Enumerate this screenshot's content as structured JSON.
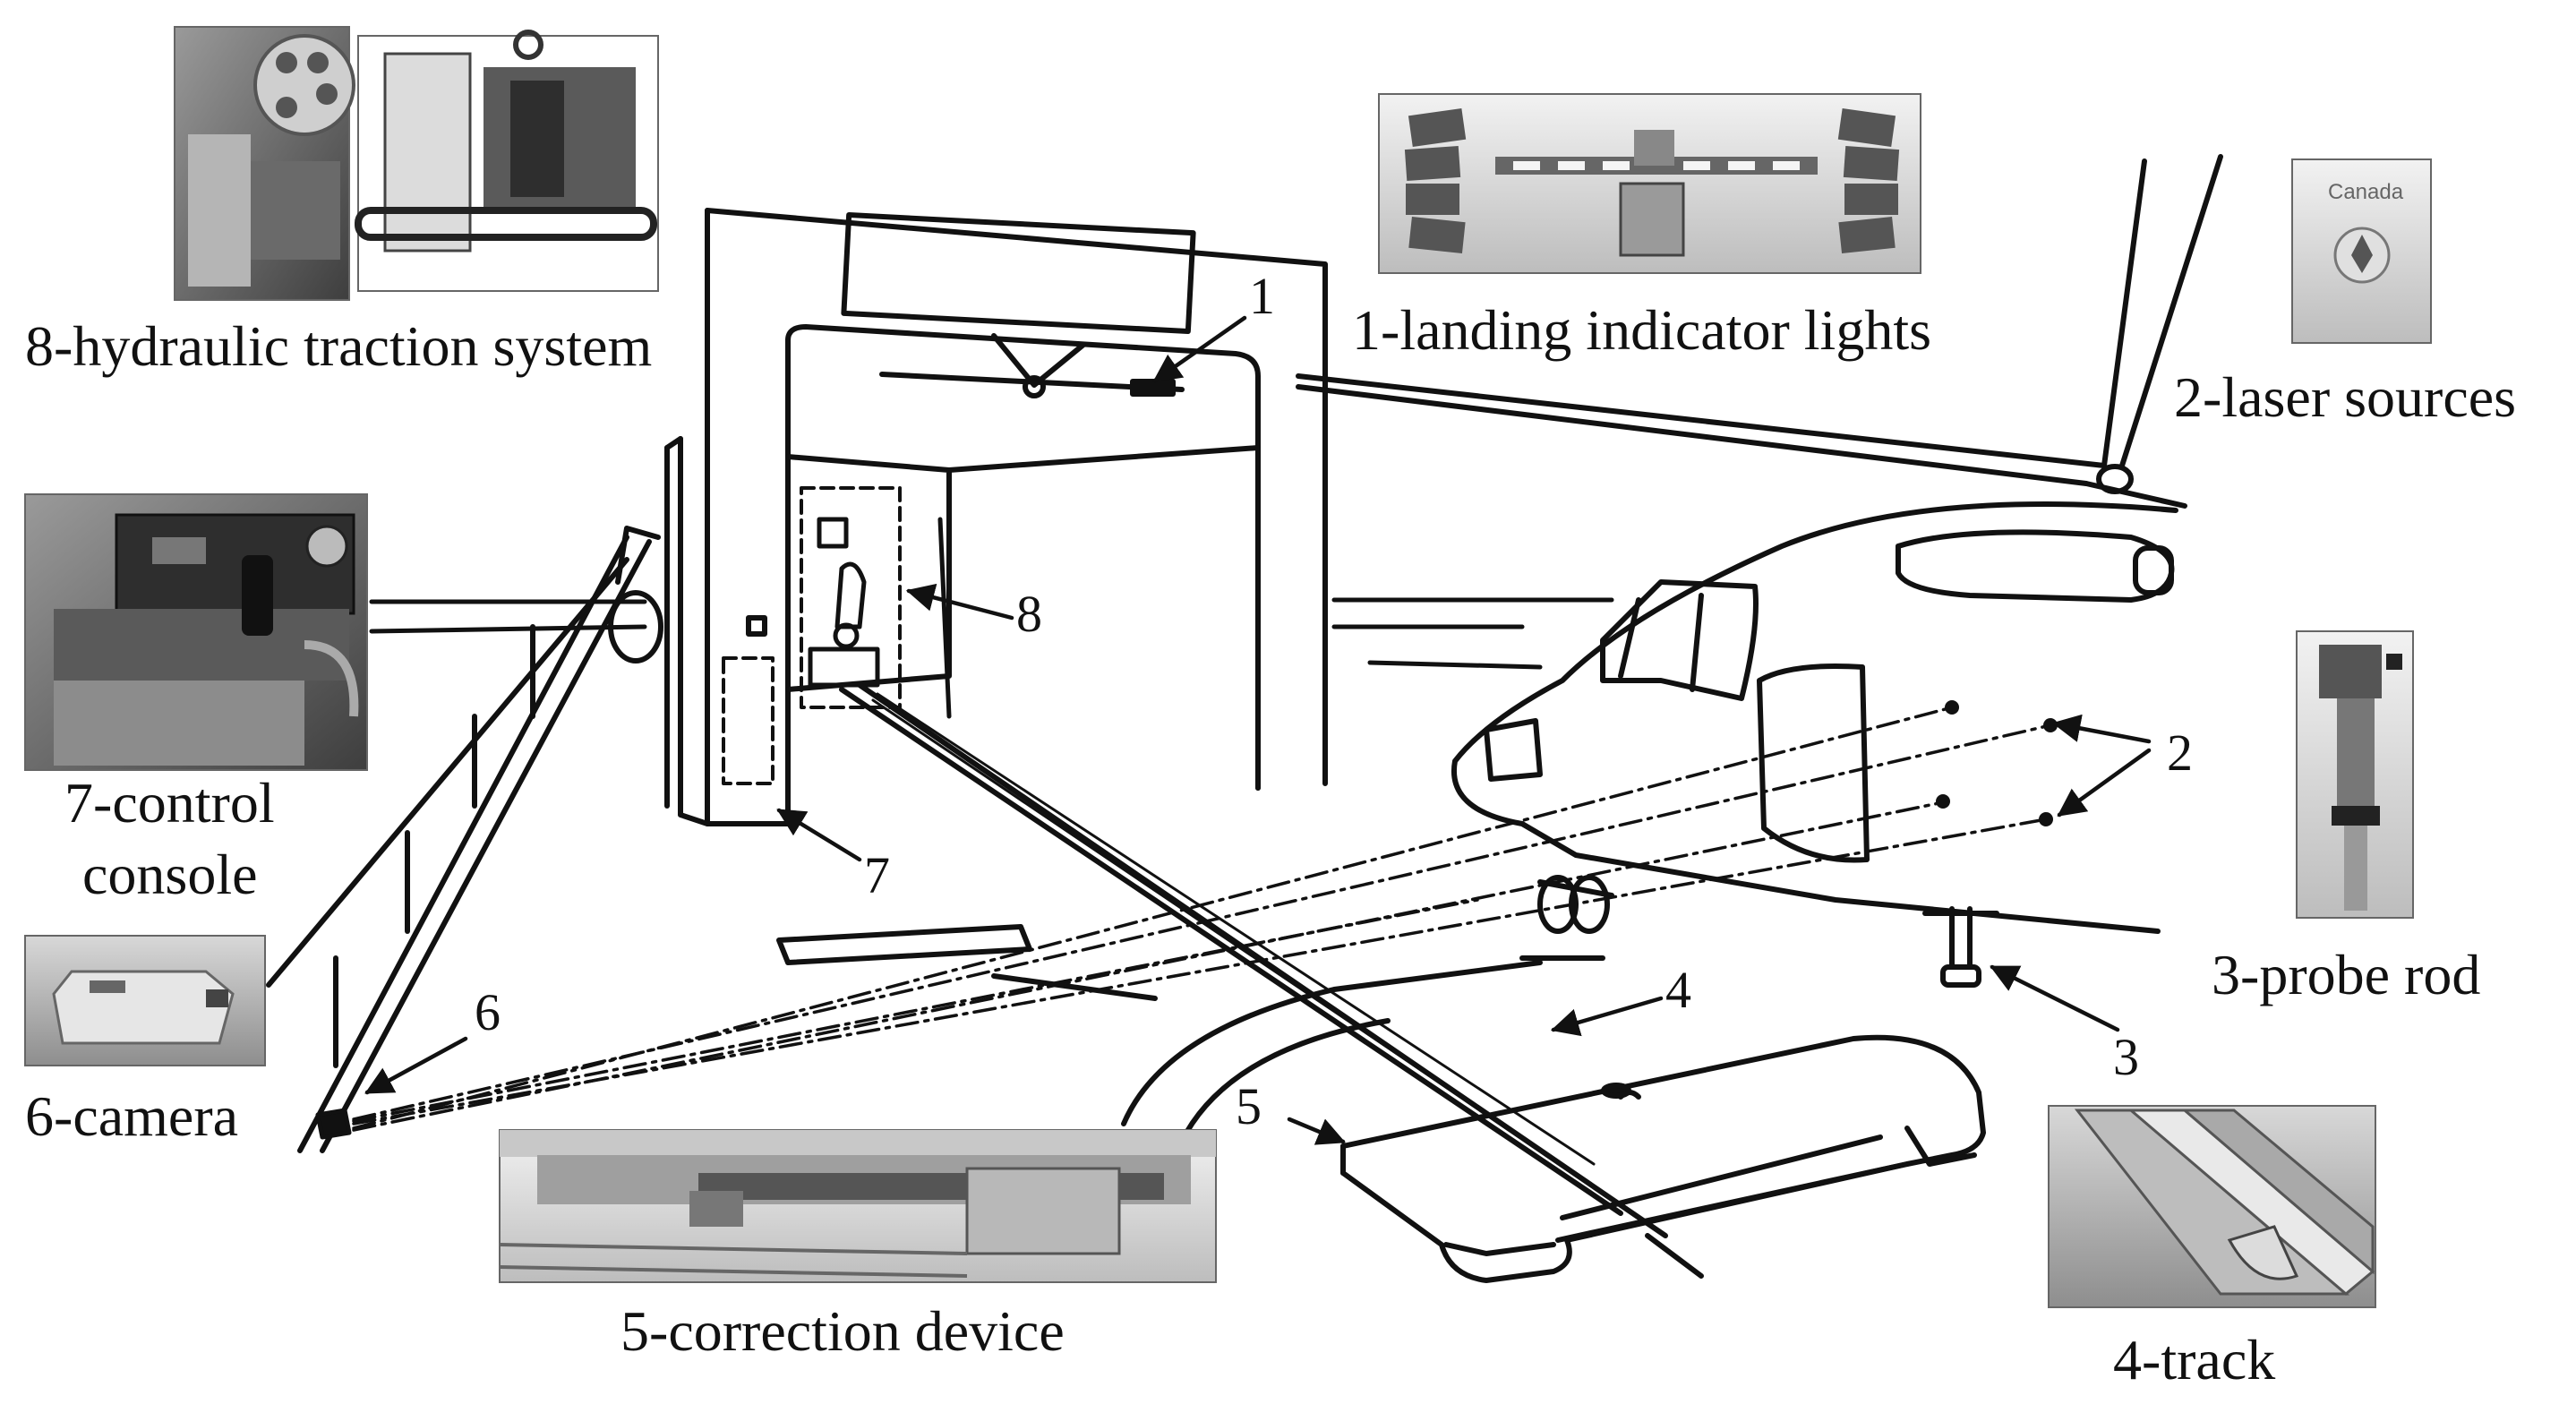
{
  "captions": {
    "c1": "1-landing indicator lights",
    "c2": "2-laser sources",
    "c3": "3-probe rod",
    "c4": "4-track",
    "c5": "5-correction device",
    "c6": "6-camera",
    "c7a": "7-control",
    "c7b": "console",
    "c8": "8-hydraulic traction system"
  },
  "callouts": {
    "n1": "1",
    "n2": "2",
    "n3": "3",
    "n4": "4",
    "n5": "5",
    "n6": "6",
    "n7": "7",
    "n8": "8"
  },
  "photo_badge": "Canada",
  "colors": {
    "ink": "#111111",
    "photo_dark": "#4a4a4a",
    "photo_light": "#cfcfcf"
  }
}
